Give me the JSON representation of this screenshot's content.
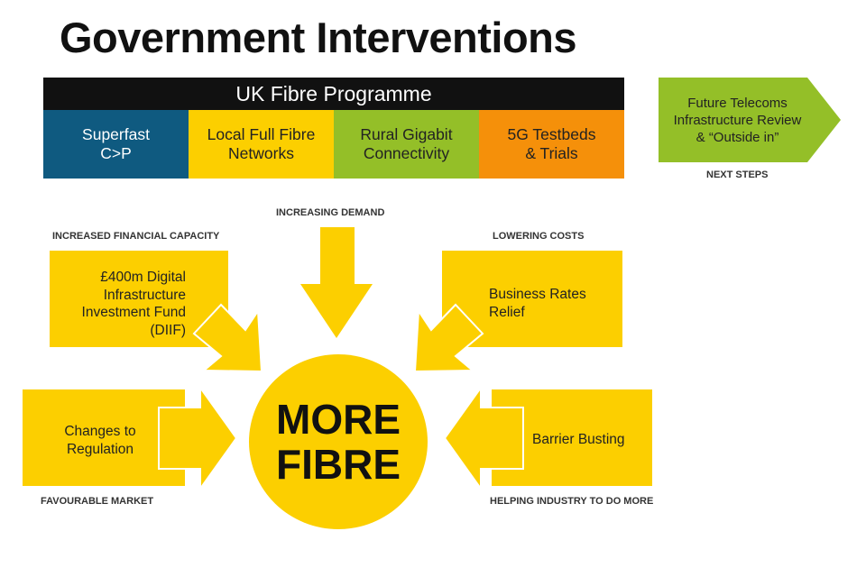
{
  "title": "Government Interventions",
  "programme": {
    "header": "UK Fibre Programme",
    "items": [
      {
        "line1": "Superfast",
        "line2": "C>P",
        "color": "#0f5a80"
      },
      {
        "line1": "Local Full Fibre",
        "line2": "Networks",
        "color": "#fccf00"
      },
      {
        "line1": "Rural Gigabit",
        "line2": "Connectivity",
        "color": "#94bf28"
      },
      {
        "line1": "5G Testbeds",
        "line2": "& Trials",
        "color": "#f5900a"
      }
    ]
  },
  "next_steps": {
    "line1": "Future Telecoms",
    "line2": "Infrastructure Review",
    "line3": "& “Outside in”",
    "label": "NEXT STEPS",
    "color": "#94bf28"
  },
  "center": {
    "line1": "MORE",
    "line2": "FIBRE",
    "color": "#fccf00"
  },
  "drivers": {
    "top": {
      "label": "INCREASING DEMAND"
    },
    "top_left": {
      "label": "INCREASED FINANCIAL CAPACITY",
      "line1": "£400m Digital",
      "line2": "Infrastructure",
      "line3": "Investment Fund",
      "line4": "(DIIF)"
    },
    "top_right": {
      "label": "LOWERING COSTS",
      "line1": "Business Rates",
      "line2": "Relief"
    },
    "left": {
      "label": "FAVOURABLE MARKET",
      "line1": "Changes to",
      "line2": "Regulation"
    },
    "right": {
      "label": "HELPING INDUSTRY TO DO MORE",
      "line1": "Barrier Busting"
    }
  }
}
